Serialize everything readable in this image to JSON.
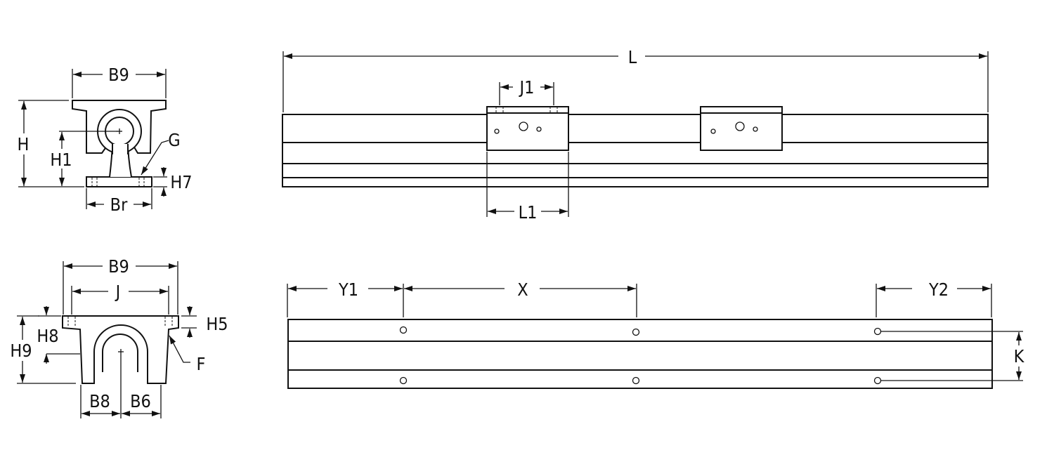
{
  "labels": {
    "L": "L",
    "J1": "J1",
    "L1": "L1",
    "B9": "B9",
    "H": "H",
    "H1": "H1",
    "G": "G",
    "H7": "H7",
    "Br": "Br",
    "J": "J",
    "H5": "H5",
    "H8": "H8",
    "H9": "H9",
    "F": "F",
    "B8": "B8",
    "B6": "B6",
    "Y1": "Y1",
    "X": "X",
    "Y2": "Y2",
    "K": "K"
  }
}
